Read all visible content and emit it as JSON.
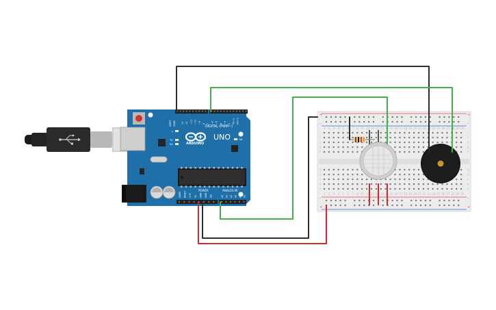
{
  "arduino": {
    "logo_text": "ARDUINO",
    "model": "UNO",
    "tm": "™",
    "on_label": "ON",
    "l_label": "L",
    "tx_label": "TX",
    "rx_label": "RX",
    "aref_label": "AREF",
    "gnd_label": "GND",
    "digital_label": "DIGITAL (PWM~)",
    "power_label": "POWER",
    "analog_label": "ANALOG IN",
    "digital_pins": [
      "13",
      "12",
      "~11",
      "~10",
      "~9",
      "8",
      "7",
      "~6",
      "~5",
      "4",
      "~3",
      "2",
      "TX→1",
      "RX←0"
    ],
    "power_pins": [
      "IOREF",
      "RESET",
      "3.3V",
      "5V",
      "GND",
      "GND",
      "Vin"
    ],
    "analog_pins": [
      "A0",
      "A1",
      "A2",
      "A3",
      "A4",
      "A5"
    ]
  },
  "breadboard": {
    "columns": [
      "1",
      "2",
      "3",
      "4",
      "5",
      "6",
      "7",
      "8",
      "9",
      "10",
      "11",
      "12",
      "13",
      "14",
      "15",
      "16",
      "17",
      "18",
      "19",
      "20",
      "21",
      "22",
      "23",
      "24",
      "25",
      "26",
      "27",
      "28",
      "29",
      "30"
    ],
    "rows_top": [
      "j",
      "i",
      "h",
      "g",
      "f"
    ],
    "rows_bottom": [
      "e",
      "d",
      "c",
      "b",
      "a"
    ],
    "rail_plus": "+",
    "rail_minus": "-"
  },
  "colors": {
    "board": "#1f6fa8",
    "wire_black": "#2d2d2d",
    "wire_green": "#3fb04a",
    "wire_red": "#d62a2a",
    "breadboard": "#ececec",
    "rail_red": "#d94a4a",
    "rail_blue": "#3a6fd0"
  },
  "components": [
    {
      "kind": "usb-cable"
    },
    {
      "kind": "arduino-uno"
    },
    {
      "kind": "breadboard"
    },
    {
      "kind": "gas-sensor"
    },
    {
      "kind": "resistor"
    },
    {
      "kind": "piezo-buzzer"
    }
  ]
}
